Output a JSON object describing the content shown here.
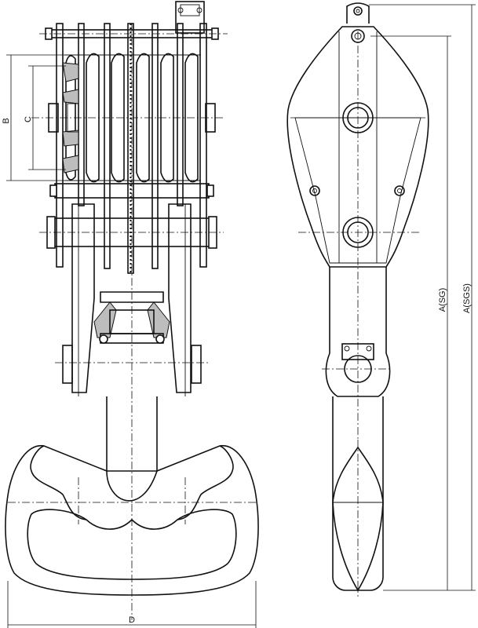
{
  "dimensions": {
    "B": "B",
    "C": "C",
    "D": "D",
    "A_SG": "A(SG)",
    "A_SGS": "A(SGS)"
  }
}
